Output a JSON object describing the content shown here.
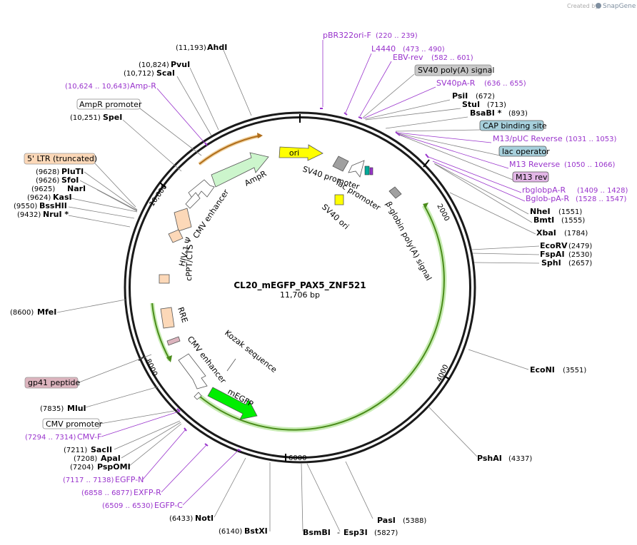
{
  "credit": {
    "prefix": "Created by",
    "brand": "SnapGene"
  },
  "plasmid": {
    "name": "CL20_mEGFP_PAX5_ZNF521",
    "size": "11,706 bp",
    "length": 11706
  },
  "ticks": [
    {
      "label": "2000",
      "pos": 2000
    },
    {
      "label": "4000",
      "pos": 4000
    },
    {
      "label": "6000",
      "pos": 6000
    },
    {
      "label": "8000",
      "pos": 8000
    },
    {
      "label": "10,000",
      "pos": 10000
    }
  ],
  "enzymes": [
    {
      "name": "AhdI",
      "pos": "(11,193)"
    },
    {
      "name": "PvuI",
      "pos": "(10,824)"
    },
    {
      "name": "ScaI",
      "pos": "(10,712)"
    },
    {
      "name": "SpeI",
      "pos": "(10,251)"
    },
    {
      "name": "PluTI",
      "pos": "(9628)"
    },
    {
      "name": "SfoI",
      "pos": "(9626)"
    },
    {
      "name": "NarI",
      "pos": "(9625)"
    },
    {
      "name": "KasI",
      "pos": "(9624)"
    },
    {
      "name": "BssHII",
      "pos": "(9550)"
    },
    {
      "name": "NruI *",
      "pos": "(9432)"
    },
    {
      "name": "MfeI",
      "pos": "(8600)"
    },
    {
      "name": "MluI",
      "pos": "(7835)"
    },
    {
      "name": "SacII",
      "pos": "(7211)"
    },
    {
      "name": "ApaI",
      "pos": "(7208)"
    },
    {
      "name": "PspOMI",
      "pos": "(7204)"
    },
    {
      "name": "NotI",
      "pos": "(6433)"
    },
    {
      "name": "BstXI",
      "pos": "(6140)"
    },
    {
      "name": "BsmBI",
      "pos": ""
    },
    {
      "name": "Esp3I",
      "pos": "(5827)"
    },
    {
      "name": "PasI",
      "pos": "(5388)"
    },
    {
      "name": "PshAI",
      "pos": "(4337)"
    },
    {
      "name": "EcoNI",
      "pos": "(3551)"
    },
    {
      "name": "SphI",
      "pos": "(2657)"
    },
    {
      "name": "FspAI",
      "pos": "(2530)"
    },
    {
      "name": "EcoRV",
      "pos": "(2479)"
    },
    {
      "name": "XbaI",
      "pos": "(1784)"
    },
    {
      "name": "BmtI",
      "pos": "(1555)"
    },
    {
      "name": "NheI",
      "pos": "(1551)"
    },
    {
      "name": "BsaBI *",
      "pos": "(893)"
    },
    {
      "name": "StuI",
      "pos": "(713)"
    },
    {
      "name": "PsiI",
      "pos": "(672)"
    }
  ],
  "primers": [
    {
      "name": "pBR322ori-F",
      "range": "(220 .. 239)"
    },
    {
      "name": "L4440",
      "range": "(473 .. 490)"
    },
    {
      "name": "EBV-rev",
      "range": "(582 .. 601)"
    },
    {
      "name": "SV40pA-R",
      "range": "(636 .. 655)"
    },
    {
      "name": "M13/pUC Reverse",
      "range": "(1031 .. 1053)"
    },
    {
      "name": "M13 Reverse",
      "range": "(1050 .. 1066)"
    },
    {
      "name": "rbglobpA-R",
      "range": "(1409 .. 1428)"
    },
    {
      "name": "Bglob-pA-R",
      "range": "(1528 .. 1547)"
    },
    {
      "name": "Amp-R",
      "range": "(10,624 .. 10,643)"
    },
    {
      "name": "CMV-F",
      "range": "(7294 .. 7314)"
    },
    {
      "name": "EGFP-N",
      "range": "(7117 .. 7138)"
    },
    {
      "name": "EXFP-R",
      "range": "(6858 .. 6877)"
    },
    {
      "name": "EGFP-C",
      "range": "(6509 .. 6530)"
    }
  ],
  "boxed_labels": [
    {
      "name": "SV40 poly(A) signal",
      "color": "#c8c8c8"
    },
    {
      "name": "CAP binding site",
      "color": "#a7d0dc"
    },
    {
      "name": "lac operator",
      "color": "#a7d0dc"
    },
    {
      "name": "M13 rev",
      "color": "#e2b6e6"
    },
    {
      "name": "AmpR promoter",
      "color": "#ffffff"
    },
    {
      "name": "5' LTR (truncated)",
      "color": "#fcd8b8"
    },
    {
      "name": "gp41 peptide",
      "color": "#dcb4be"
    },
    {
      "name": "CMV promoter",
      "color": "#ffffff"
    }
  ],
  "features": [
    {
      "name": "ori"
    },
    {
      "name": "SV40 promoter"
    },
    {
      "name": "lac promoter"
    },
    {
      "name": "SV40 ori"
    },
    {
      "name": "β-globin poly(A) signal"
    },
    {
      "name": "AmpR"
    },
    {
      "name": "CMV enhancer"
    },
    {
      "name": "HIV-1 Ψ"
    },
    {
      "name": "cPPT/CTS"
    },
    {
      "name": "RRE"
    },
    {
      "name": "CMV enhancer"
    },
    {
      "name": "Kozak sequence"
    },
    {
      "name": "mEGFP"
    }
  ],
  "colors": {
    "ori": "#ffff00",
    "ampr": "#ccf5cc",
    "mEGFP": "#00ee00",
    "promoter": "#ffffff",
    "ltr": "#fcd8b8",
    "primer": "#9933cc",
    "ring": "#1a1a1a",
    "orf_arc": "#4a8c1a"
  }
}
